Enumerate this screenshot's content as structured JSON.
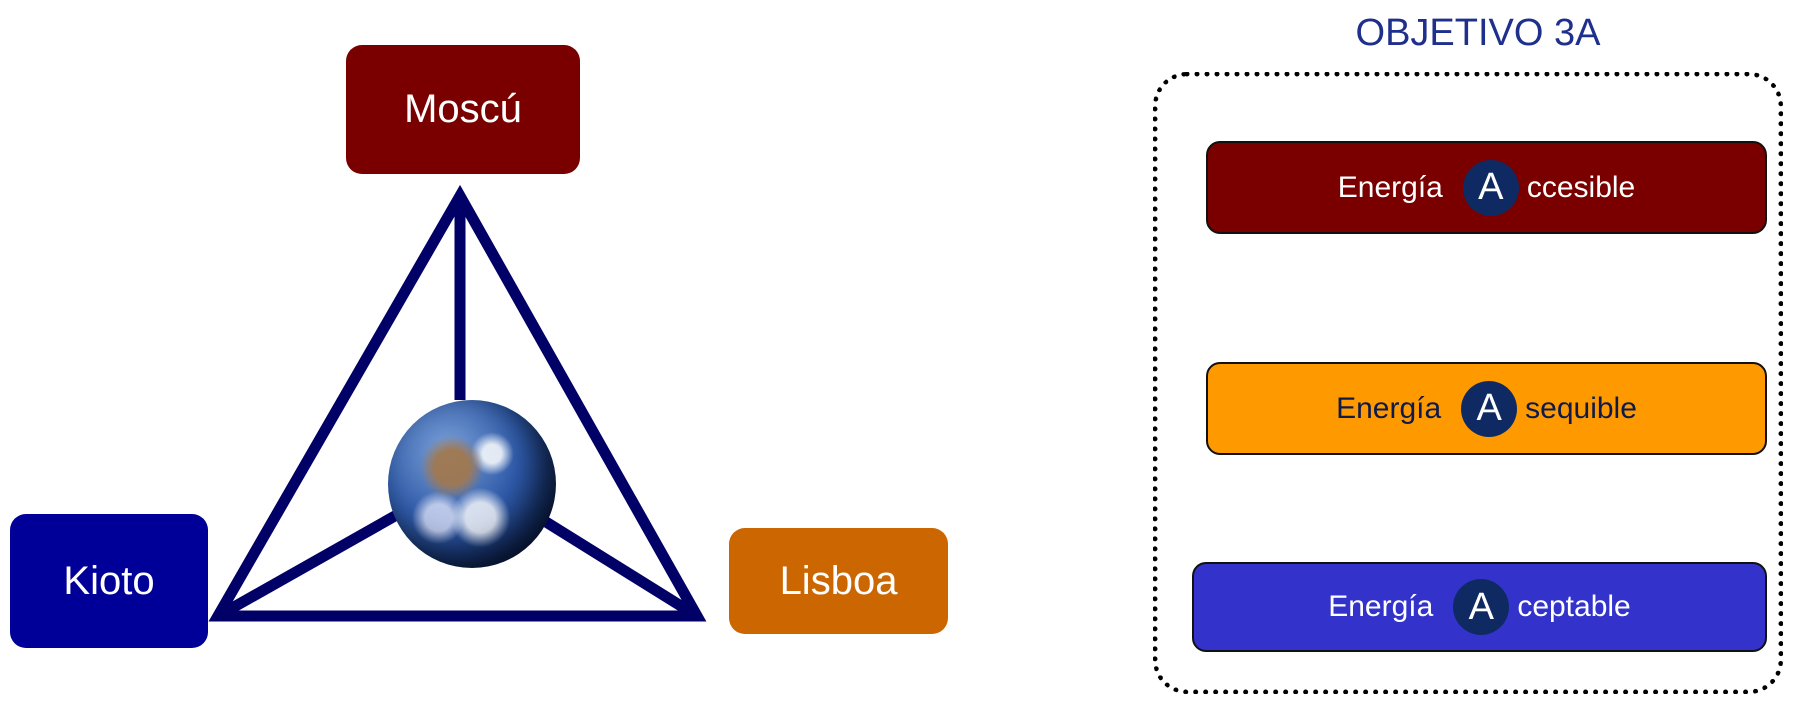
{
  "cities": {
    "moscow": "Moscú",
    "kioto": "Kioto",
    "lisboa": "Lisboa"
  },
  "objective": {
    "title": "OBJETIVO 3A",
    "bars": [
      {
        "word": "Energía",
        "letter": "A",
        "rest": "ccesible",
        "color": "#7a0000"
      },
      {
        "word": "Energía",
        "letter": "A",
        "rest": "sequible",
        "color": "#ff9900"
      },
      {
        "word": "Energía",
        "letter": "A",
        "rest": "ceptable",
        "color": "#3333cc"
      }
    ]
  },
  "colors": {
    "triangle_stroke": "#000066"
  }
}
